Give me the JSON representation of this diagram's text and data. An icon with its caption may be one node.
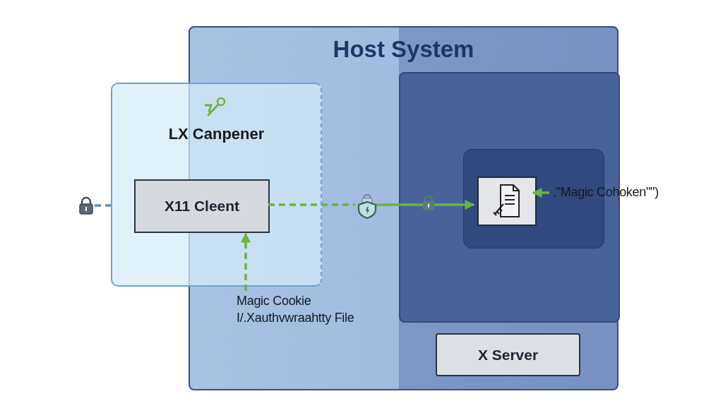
{
  "diagram": {
    "nodes": [
      {
        "text": [
          "Host System"
        ]
      },
      {
        "text": [
          "LX Canpener"
        ]
      },
      {
        "text": [
          "X11 Cleent"
        ],
        "in": 1
      },
      {
        "text": [],
        "shape": "lock"
      },
      {
        "text": [],
        "shape": "shield",
        "in": 0
      },
      {
        "text": [],
        "shape": "box",
        "in": 0
      },
      {
        "text": [],
        "shape": "box",
        "in": 5
      },
      {
        "text": [],
        "shape": "box",
        "in": 6
      },
      {
        "text": [
          "X Server"
        ],
        "in": 0
      },
      {
        "text": [
          "Magic Cookie I/.Xauthvwraahtty File"
        ],
        "in": 0
      },
      {
        "text": [
          ".\"Magic Cohoken\"\")"
        ]
      }
    ],
    "edges": [
      {
        "from": 3,
        "to": 1,
        "arrow": "none",
        "style": "dashed",
        "color": "#5b8db8"
      },
      {
        "from": 2,
        "to": 4,
        "arrow": "none",
        "style": "dashed"
      },
      {
        "from": 4,
        "to": 7,
        "arrow": "to"
      },
      {
        "from": 9,
        "to": 2,
        "arrow": "to",
        "style": "dashed"
      },
      {
        "from": 10,
        "to": 7,
        "arrow": "to"
      }
    ]
  }
}
